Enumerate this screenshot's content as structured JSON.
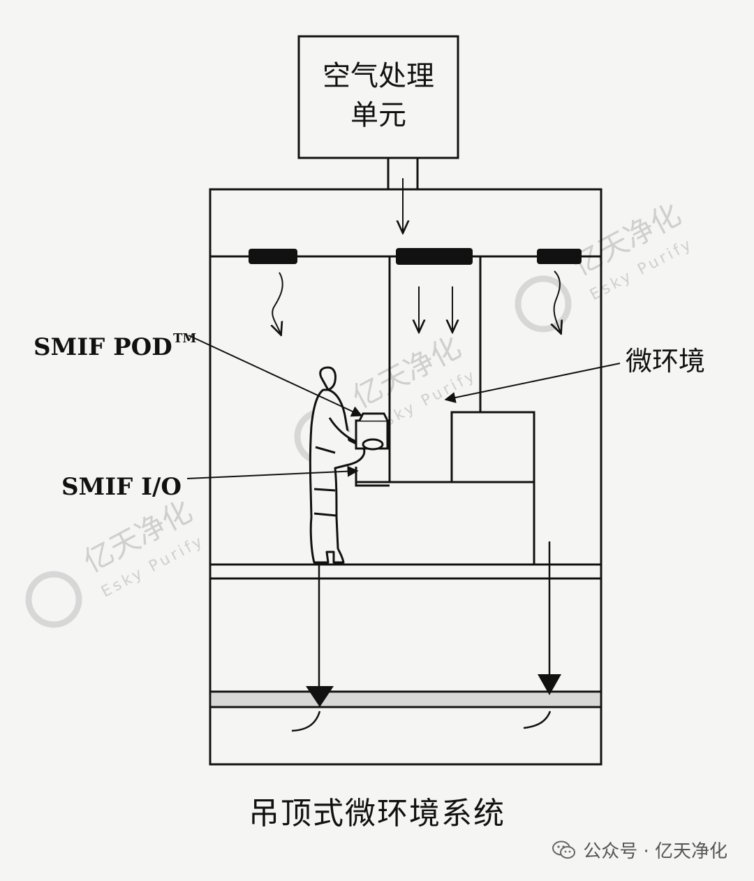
{
  "labels": {
    "air_handler": "空气处理",
    "air_handler_line2": "单元",
    "smif_pod": "SMIF POD",
    "smif_pod_tm": "TM",
    "minienvironment": "微环境",
    "smif_io": "SMIF I/O"
  },
  "caption": "吊顶式微环境系统",
  "footer": {
    "icon": "wechat-icon",
    "text": "公众号 · 亿天净化"
  },
  "watermark": {
    "name": "亿天净化",
    "sub": "Esky Purify"
  },
  "colors": {
    "ink": "#111111",
    "background": "#f5f5f3",
    "watermark": "#cfcfcf"
  }
}
